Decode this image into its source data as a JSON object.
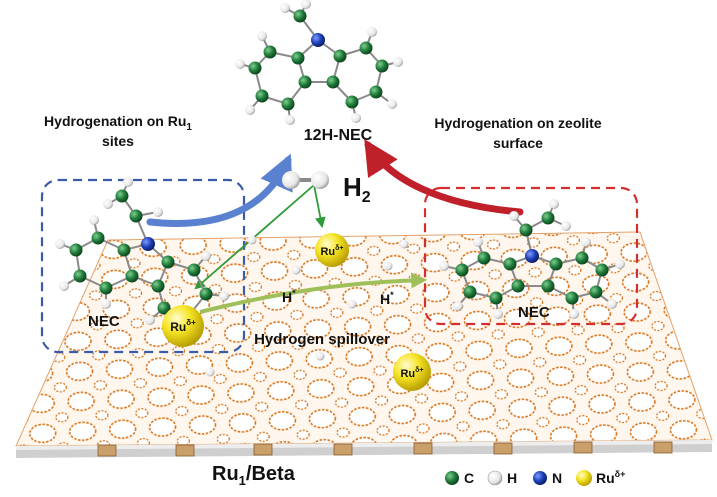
{
  "labels": {
    "left_heading_line1": "Hydrogenation on Ru",
    "left_heading_sub": "1",
    "left_heading_line2": "sites",
    "product": "12H-NEC",
    "right_heading_line1": "Hydrogenation on zeolite",
    "right_heading_line2": "surface",
    "h2_main": "H",
    "h2_sub": "2",
    "nec_left": "NEC",
    "nec_right": "NEC",
    "h_spill_symbol": "H",
    "h_spill_sup": "*",
    "spillover": "Hydrogen spillover",
    "ru_base": "Ru",
    "ru_sup": "δ+",
    "support_base": "Ru",
    "support_sub": "1",
    "support_rest": "/Beta"
  },
  "legend": [
    {
      "symbol": "C",
      "color": "#1f7a3a",
      "sup": ""
    },
    {
      "symbol": "H",
      "color": "#ececec",
      "sup": ""
    },
    {
      "symbol": "N",
      "color": "#1c3fb5",
      "sup": ""
    },
    {
      "symbol": "Ru",
      "color": "#f2e21a",
      "sup": "δ+"
    }
  ],
  "colors": {
    "carbon": "#1f7a3a",
    "hydrogen": "#ececec",
    "nitrogen": "#1c3fb5",
    "ruthenium": "#f2e21a",
    "framework": "#d9741c",
    "left_frame": "#3a5ba8",
    "right_frame": "#d32f2f",
    "spill_arrow": "#9fbf5a",
    "dissociation": "#2f9a3a"
  }
}
